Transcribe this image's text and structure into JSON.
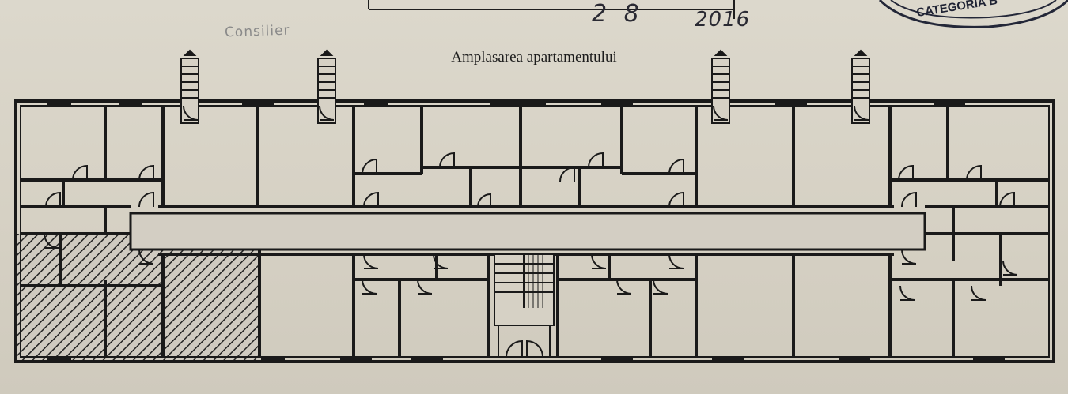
{
  "header": {
    "consilier_stamp": "Consilier",
    "handwritten_date": "2 8",
    "handwritten_year": "2016",
    "seal_text": "CATEGORIA B"
  },
  "plan": {
    "title": "Amplasarea apartamentului",
    "line_color": "#1a1a1a",
    "hatch_color": "#222222",
    "paper_color": "#d9d4c8"
  }
}
